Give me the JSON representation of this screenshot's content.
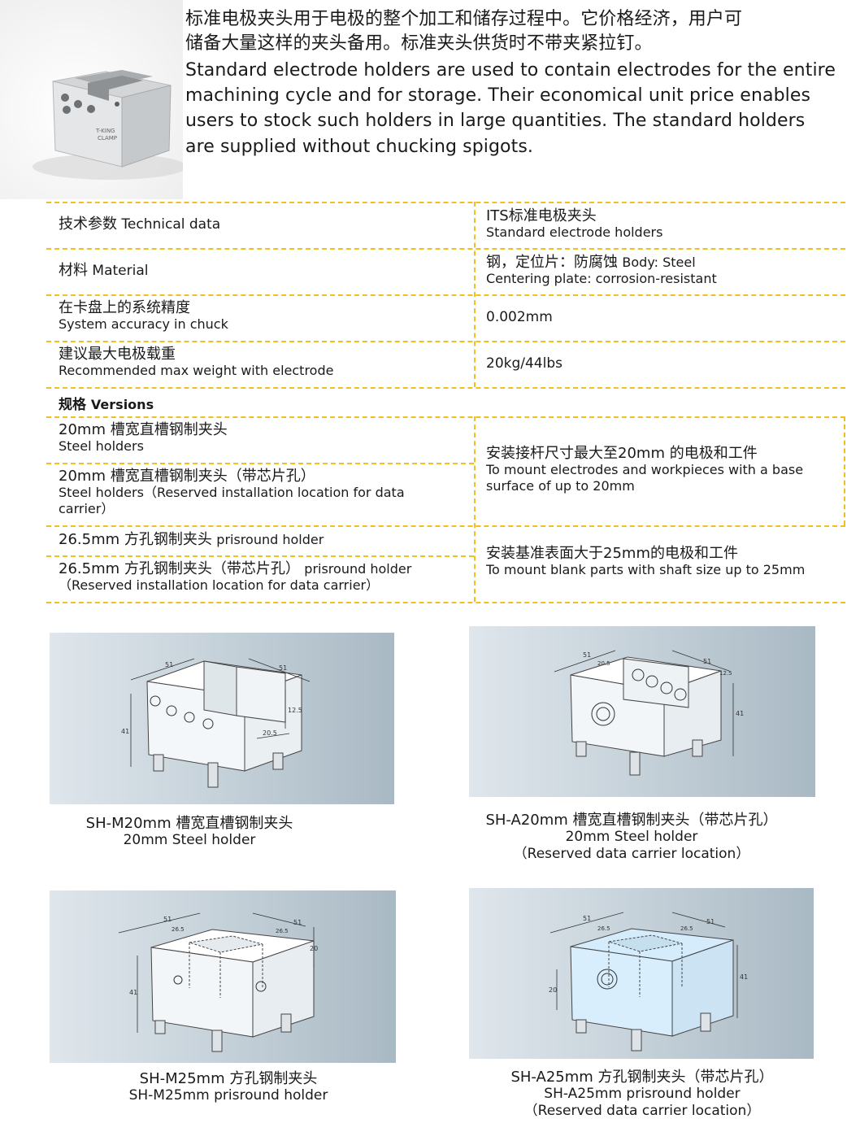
{
  "intro": {
    "zh_line1": "标准电极夹头用于电极的整个加工和储存过程中。它价格经济，用户可",
    "zh_line2": "储备大量这样的夹头备用。标准夹头供货时不带夹紧拉钉。",
    "en_line1": "Standard electrode holders are used to contain electrodes for the entire",
    "en_line2": "machining cycle and for storage. Their economical unit price enables",
    "en_line3": "users to stock such holders in large quantities. The standard holders",
    "en_line4": "are supplied without chucking spigots."
  },
  "product_logo": {
    "line1": "T-KING",
    "line2": "CLAMP"
  },
  "specs": {
    "rows": [
      {
        "label_zh": "技术参数",
        "label_en": "Technical data",
        "value_zh": "ITS标准电极夹头",
        "value_en": "Standard electrode holders"
      },
      {
        "label_zh": "材料",
        "label_en": "Material",
        "value_zh": "钢，定位片：防腐蚀",
        "value_en_inline": "Body: Steel",
        "value_en": "Centering plate: corrosion-resistant"
      },
      {
        "label_zh": "在卡盘上的系统精度",
        "label_en": "System accuracy in chuck",
        "value": "0.002mm"
      },
      {
        "label_zh": "建议最大电极载重",
        "label_en": "Recommended max weight with electrode",
        "value": "20kg/44lbs"
      }
    ]
  },
  "versions": {
    "heading_zh": "规格",
    "heading_en": "Versions",
    "group1": {
      "item1_zh": "20mm 槽宽直槽钢制夹头",
      "item1_en": "Steel holders",
      "item2_zh": "20mm 槽宽直槽钢制夹头（带芯片孔）",
      "item2_en_a": "Steel holders（Reserved  installation location for data",
      "item2_en_b": "carrier）",
      "desc_zh": "安装接杆尺寸最大至20mm 的电极和工件",
      "desc_en_a": "To mount electrodes and workpieces with a base",
      "desc_en_b": "surface of up to 20mm"
    },
    "group2": {
      "item1_zh": "26.5mm 方孔钢制夹头",
      "item1_en": "prisround holder",
      "item2_zh": "26.5mm 方孔钢制夹头（带芯片孔）",
      "item2_en_a": "prisround holder",
      "item2_en_b": "（Reserved  installation location for data carrier）",
      "desc_zh": "安装基准表面大于25mm的电极和工件",
      "desc_en": "To mount blank parts with shaft size up to 25mm"
    }
  },
  "figures": [
    {
      "cap1": "SH-M20mm 槽宽直槽钢制夹头",
      "cap2": "20mm Steel holder",
      "dims": [
        "51",
        "51",
        "12.5",
        "20.5",
        "41"
      ]
    },
    {
      "cap1": "SH-A20mm 槽宽直槽钢制夹头（带芯片孔）",
      "cap2": "20mm Steel holder",
      "cap3": "（Reserved  data carrier location）",
      "dims": [
        "51",
        "20.5",
        "51",
        "12.5",
        "41"
      ]
    },
    {
      "cap1": "SH-M25mm 方孔钢制夹头",
      "cap2": "SH-M25mm prisround holder",
      "dims": [
        "51",
        "26.5",
        "26.5",
        "51",
        "20",
        "41"
      ]
    },
    {
      "cap1": "SH-A25mm 方孔钢制夹头（带芯片孔）",
      "cap2": "SH-A25mm prisround holder",
      "cap3": "（Reserved  data carrier location）",
      "dims": [
        "51",
        "26.5",
        "26.5",
        "51",
        "20",
        "41"
      ]
    }
  ]
}
